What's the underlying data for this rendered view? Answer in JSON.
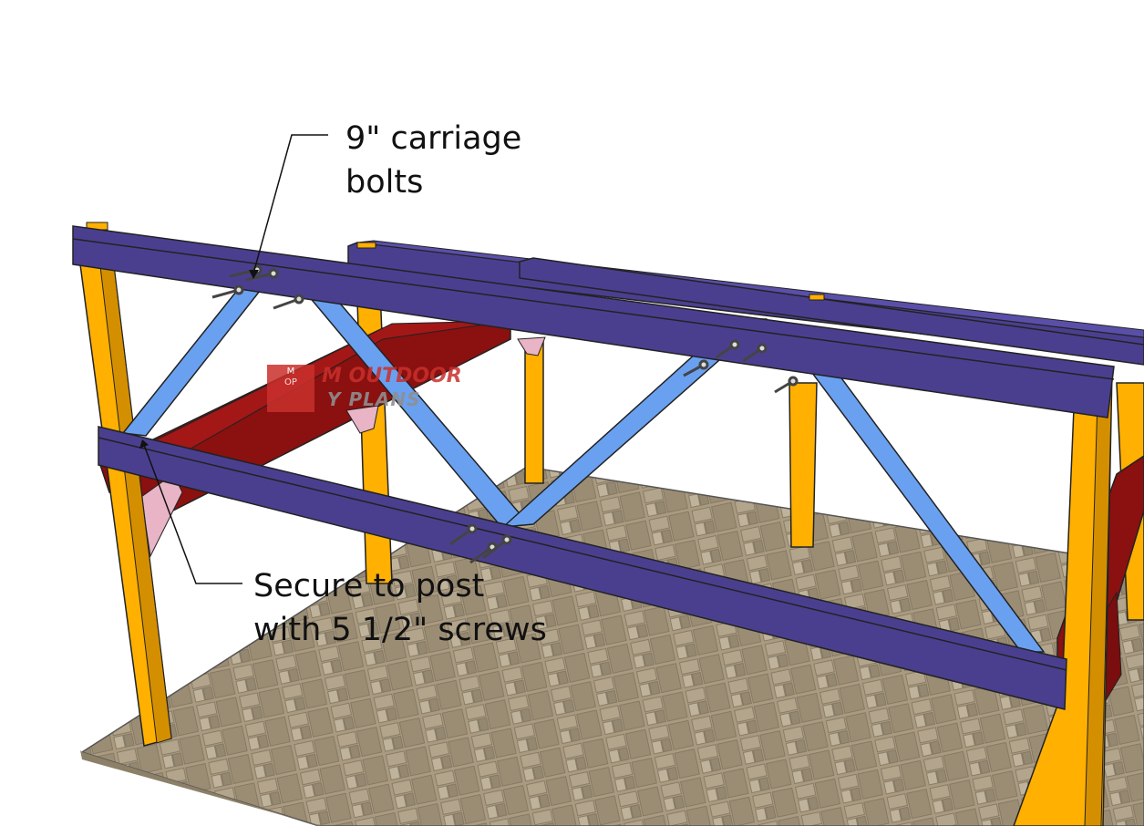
{
  "annotations": {
    "bolts": [
      "9\" carriage",
      "bolts"
    ],
    "screws": [
      "Secure to post",
      "with 5 1/2\" screws"
    ]
  },
  "watermark": {
    "initials": "MOP",
    "word1": "M OUTDOOR",
    "word2": "Y PLANS"
  },
  "colors": {
    "post": "#ffb000",
    "beam": "#4a3f8f",
    "brace": "#6aa0f0",
    "joist": "#8b1010",
    "pavers": "#a7977d",
    "gusset": "#e8a8c0"
  }
}
